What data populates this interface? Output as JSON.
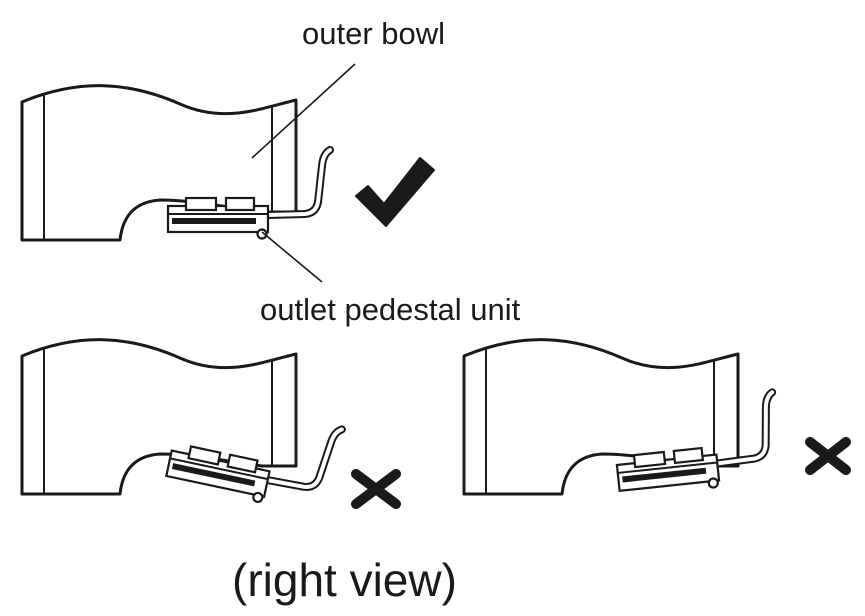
{
  "labels": {
    "outer_bowl": "outer bowl",
    "outlet_unit": "outlet pedestal unit",
    "view": "(right view)"
  },
  "marks": {
    "correct": "correct-check",
    "wrong_left": "wrong-cross",
    "wrong_right": "wrong-cross"
  },
  "colors": {
    "ink": "#1a1a1a",
    "background": "#ffffff"
  }
}
